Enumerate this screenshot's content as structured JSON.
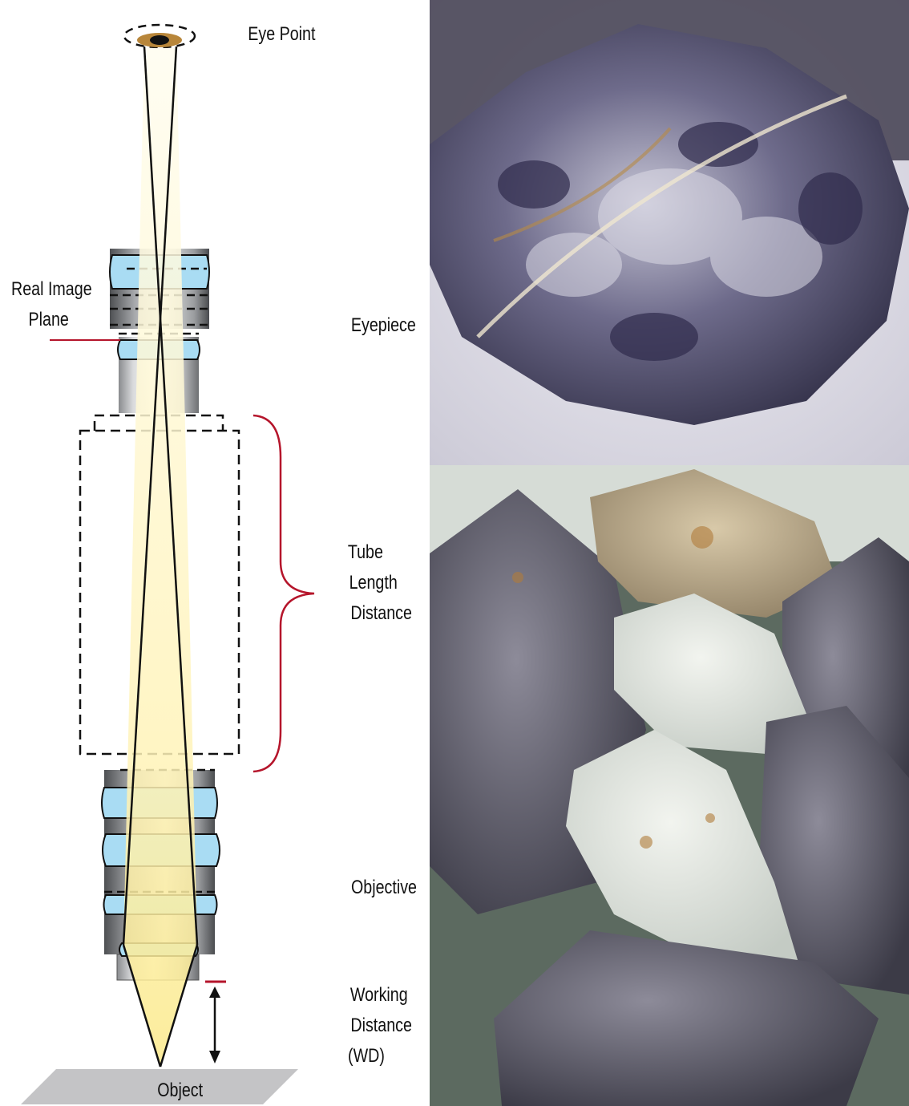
{
  "labels": {
    "eye_point": "Eye Point",
    "real_image_plane": [
      "Real Image",
      "Plane"
    ],
    "eyepiece": "Eyepiece",
    "tube_length_distance": [
      "Tube",
      "Length",
      "Distance"
    ],
    "objective": "Objective",
    "working_distance": [
      "Working",
      "Distance",
      "(WD)"
    ],
    "object": "Object"
  },
  "colors": {
    "lens_fill": "#a9dcf3",
    "beam_fill": "#fff6c4",
    "accent_red": "#b5152b",
    "eye_brown": "#b8863a",
    "stage_gray": "#c4c4c6"
  },
  "photos": {
    "top": "single iolite-speckled rock specimen on white cloth",
    "bottom": "pile of grey-blue iolite rocks and white quartz chunks"
  }
}
